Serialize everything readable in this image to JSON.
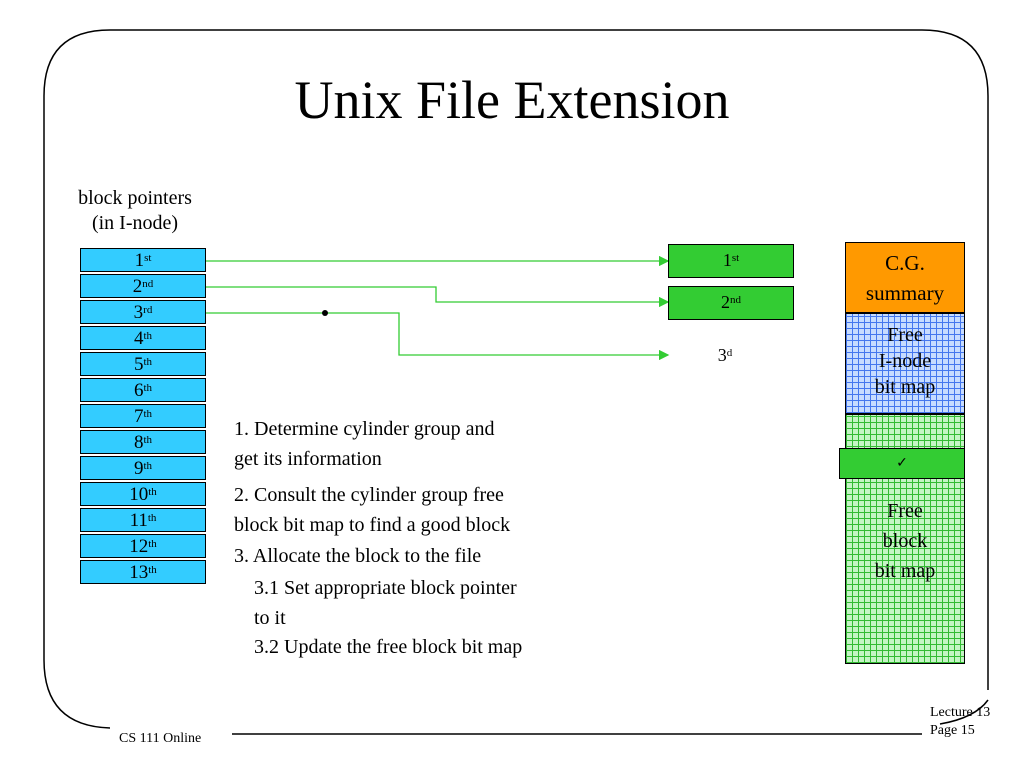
{
  "title": "Unix File Extension",
  "block_pointers": {
    "label_line1": "block pointers",
    "label_line2": "(in I-node)",
    "items": [
      {
        "num": "1",
        "suffix": "st"
      },
      {
        "num": "2",
        "suffix": "nd"
      },
      {
        "num": "3",
        "suffix": "rd"
      },
      {
        "num": "4",
        "suffix": "th"
      },
      {
        "num": "5",
        "suffix": "th"
      },
      {
        "num": "6",
        "suffix": "th"
      },
      {
        "num": "7",
        "suffix": "th"
      },
      {
        "num": "8",
        "suffix": "th"
      },
      {
        "num": "9",
        "suffix": "th"
      },
      {
        "num": "10",
        "suffix": "th"
      },
      {
        "num": "11",
        "suffix": "th"
      },
      {
        "num": "12",
        "suffix": "th"
      },
      {
        "num": "13",
        "suffix": "th"
      }
    ]
  },
  "data_blocks": [
    {
      "num": "1",
      "suffix": "st"
    },
    {
      "num": "2",
      "suffix": "nd"
    },
    {
      "num": "3",
      "suffix": "d"
    }
  ],
  "steps": {
    "s1_line1": "1.  Determine cylinder group and",
    "s1_line2": "get its information",
    "s2_line1": "2.  Consult the cylinder group free",
    "s2_line2": "block bit map to find a good block",
    "s3": "3.  Allocate the block to the file",
    "s31_line1": "3.1  Set appropriate block pointer",
    "s31_line2": "to it",
    "s32": "3.2  Update the free block bit map"
  },
  "cylinder_group": {
    "summary_line1": "C.G.",
    "summary_line2": "summary",
    "inode_line1": "Free",
    "inode_line2": "I-node",
    "inode_line3": "bit map",
    "check_mark": "✓",
    "free_line1": "Free",
    "free_line2": "block",
    "free_line3": "bit map"
  },
  "footer": {
    "left": "CS 111 Online",
    "right_line1": "Lecture 13",
    "right_line2": "Page 15"
  },
  "colors": {
    "pointer_cell": "#33ccff",
    "data_block": "#33cc33",
    "arrow": "#33cc33",
    "summary": "#ff9900",
    "inode_grid": "#4477ee",
    "free_grid": "#33bb33"
  }
}
